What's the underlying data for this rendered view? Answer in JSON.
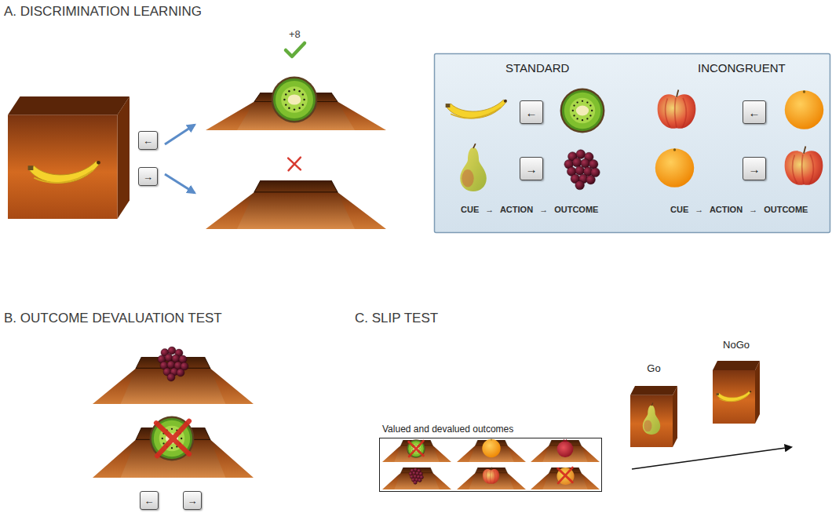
{
  "diagram": {
    "nodes": [
      {
        "text": [
          "←"
        ]
      },
      {
        "text": [
          "→"
        ]
      },
      {
        "text": [
          "STANDARD",
          "INCONGRUENT",
          "CUE → ACTION → OUTCOME",
          "CUE → ACTION → OUTCOME"
        ]
      },
      {
        "text": [
          "←"
        ],
        "in": 2
      },
      {
        "text": [
          "→"
        ],
        "in": 2
      },
      {
        "text": [
          "←"
        ],
        "in": 2
      },
      {
        "text": [
          "→"
        ],
        "in": 2
      },
      {
        "text": [
          "←"
        ]
      },
      {
        "text": [
          "→"
        ]
      },
      {
        "text": [
          "Valued and devalued outcomes"
        ]
      },
      {
        "text": [
          "Go"
        ]
      },
      {
        "text": [
          "NoGo"
        ]
      }
    ],
    "labels": [
      "A. DISCRIMINATION LEARNING",
      "+8",
      "B. OUTCOME DEVALUATION TEST",
      "C. SLIP TEST"
    ]
  }
}
